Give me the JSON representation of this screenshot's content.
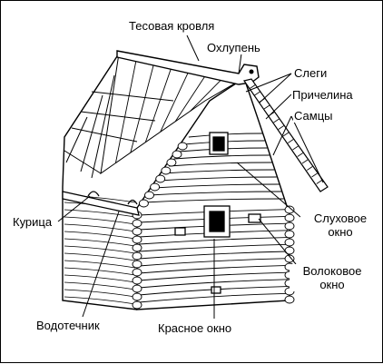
{
  "labels": {
    "tesovaya_krovlya": "Тесовая кровля",
    "okhlupen": "Охлупень",
    "slegi": "Слеги",
    "prichelina": "Причелина",
    "samtsy": "Самцы",
    "kuritsa": "Курица",
    "slukhovoe_okno": "Слуховое окно",
    "volokovoe_okno": "Волоковое окно",
    "vodotechnik": "Водотечник",
    "krasnoe_okno": "Красное окно"
  },
  "colors": {
    "ink": "#000000",
    "paper": "#ffffff"
  }
}
